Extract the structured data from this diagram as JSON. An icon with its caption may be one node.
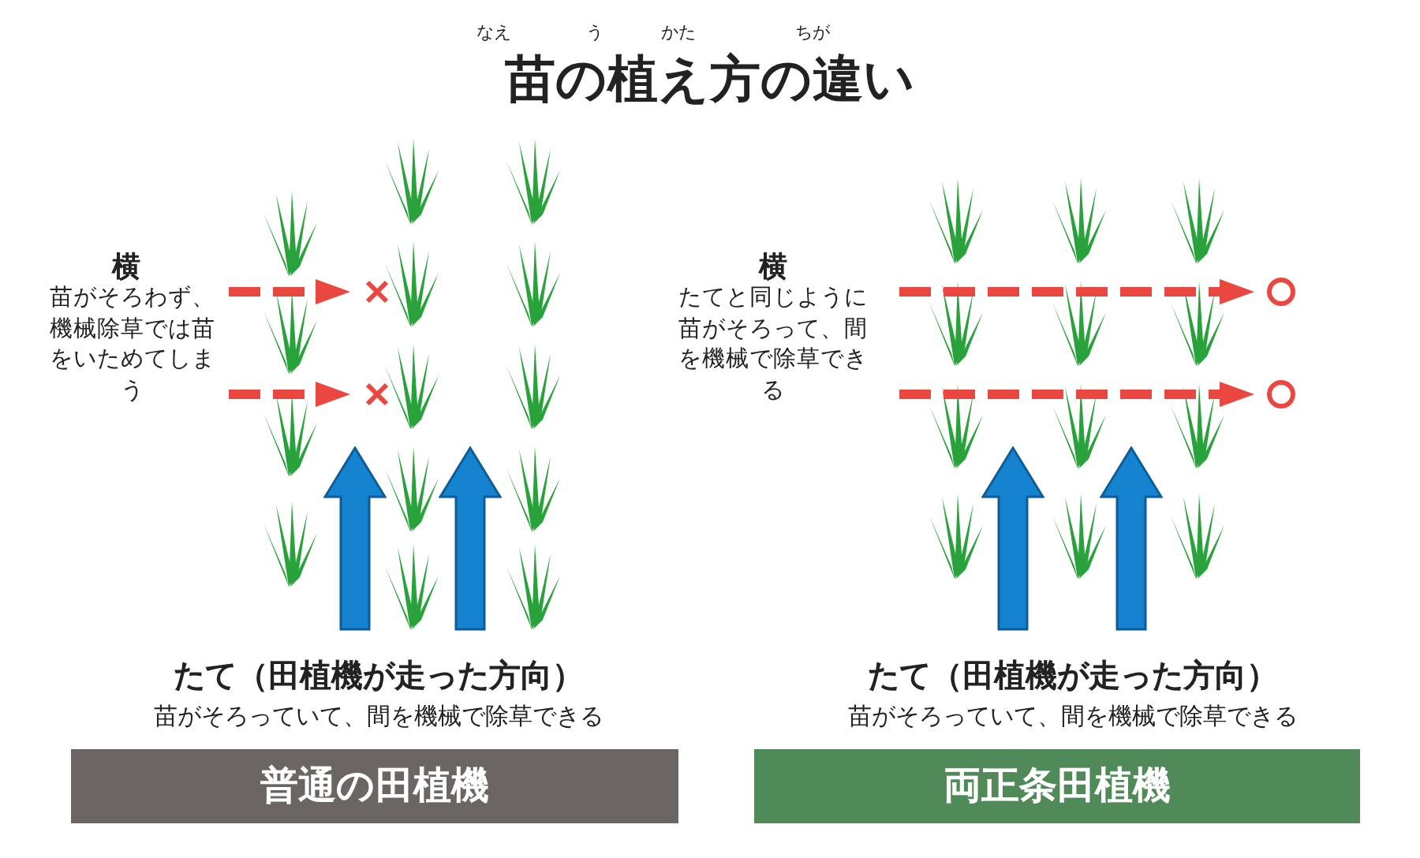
{
  "diagram": {
    "title": "苗の植え方の違い",
    "nodes": [
      {
        "text": [
          "普通の田植機"
        ]
      },
      {
        "text": [
          "両正条田植機"
        ]
      }
    ],
    "labels": [
      "なえ",
      "う",
      "かた",
      "ちが",
      "横",
      "苗がそろわず、機械除草では苗をいためてしまう",
      "横",
      "たてと同じように苗がそろって、間を機械で除草できる",
      "たて（田植機が走った方向）",
      "苗がそろっていて、間を機械で除草できる",
      "たて（田植機が走った方向）",
      "苗がそろっていて、間を機械で除草できる"
    ]
  }
}
